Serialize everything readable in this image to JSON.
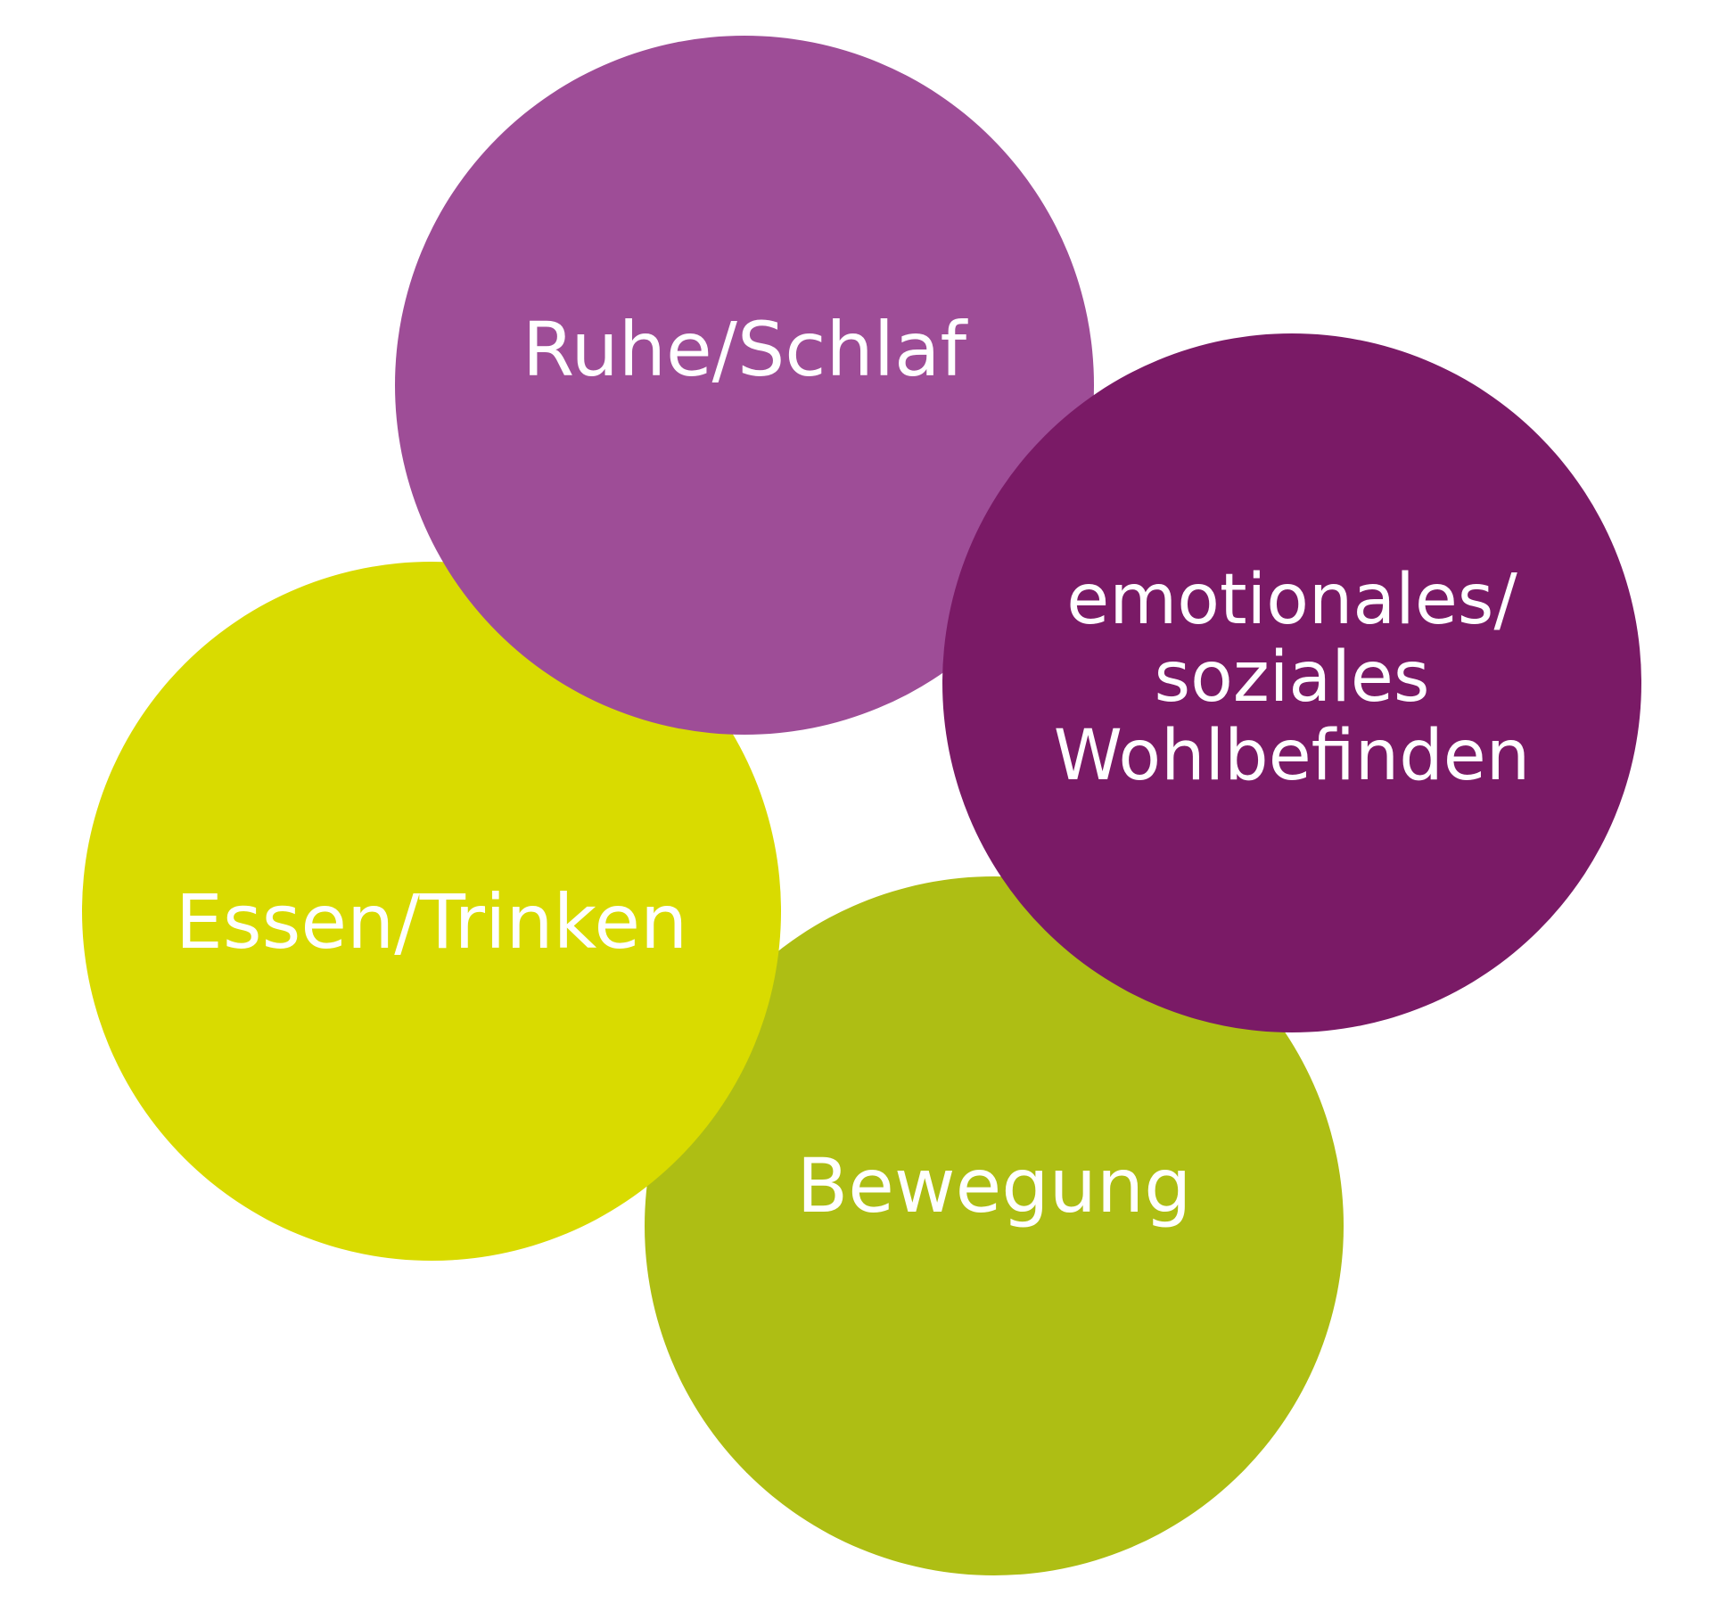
{
  "circles": [
    {
      "id": "ruhe",
      "label": "Ruhe/Schlaf",
      "color": "#9e4d97"
    },
    {
      "id": "emo",
      "label": "emotionales/\nsoziales\nWohlbefinden",
      "color": "#7a1a66"
    },
    {
      "id": "essen",
      "label": "Essen/Trinken",
      "color": "#d9db00"
    },
    {
      "id": "bewegung",
      "label": "Bewegung",
      "color": "#aebe14"
    }
  ]
}
